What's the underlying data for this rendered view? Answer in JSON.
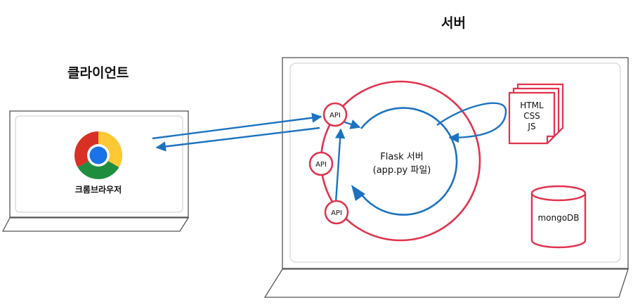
{
  "client": {
    "title": "클라이언트",
    "browser_label": "크롬브라우저"
  },
  "server": {
    "title": "서버",
    "flask_line1": "Flask 서버",
    "flask_line2": "(app.py 파일)",
    "api_label": "API",
    "static_files": [
      "HTML",
      "CSS",
      "JS"
    ],
    "db_label": "mongoDB"
  },
  "colors": {
    "red": "#e0334d",
    "blue": "#1c72bf",
    "outline": "#555555"
  },
  "icons": [
    "chrome-icon",
    "laptop-icon",
    "document-stack-icon",
    "database-icon"
  ]
}
